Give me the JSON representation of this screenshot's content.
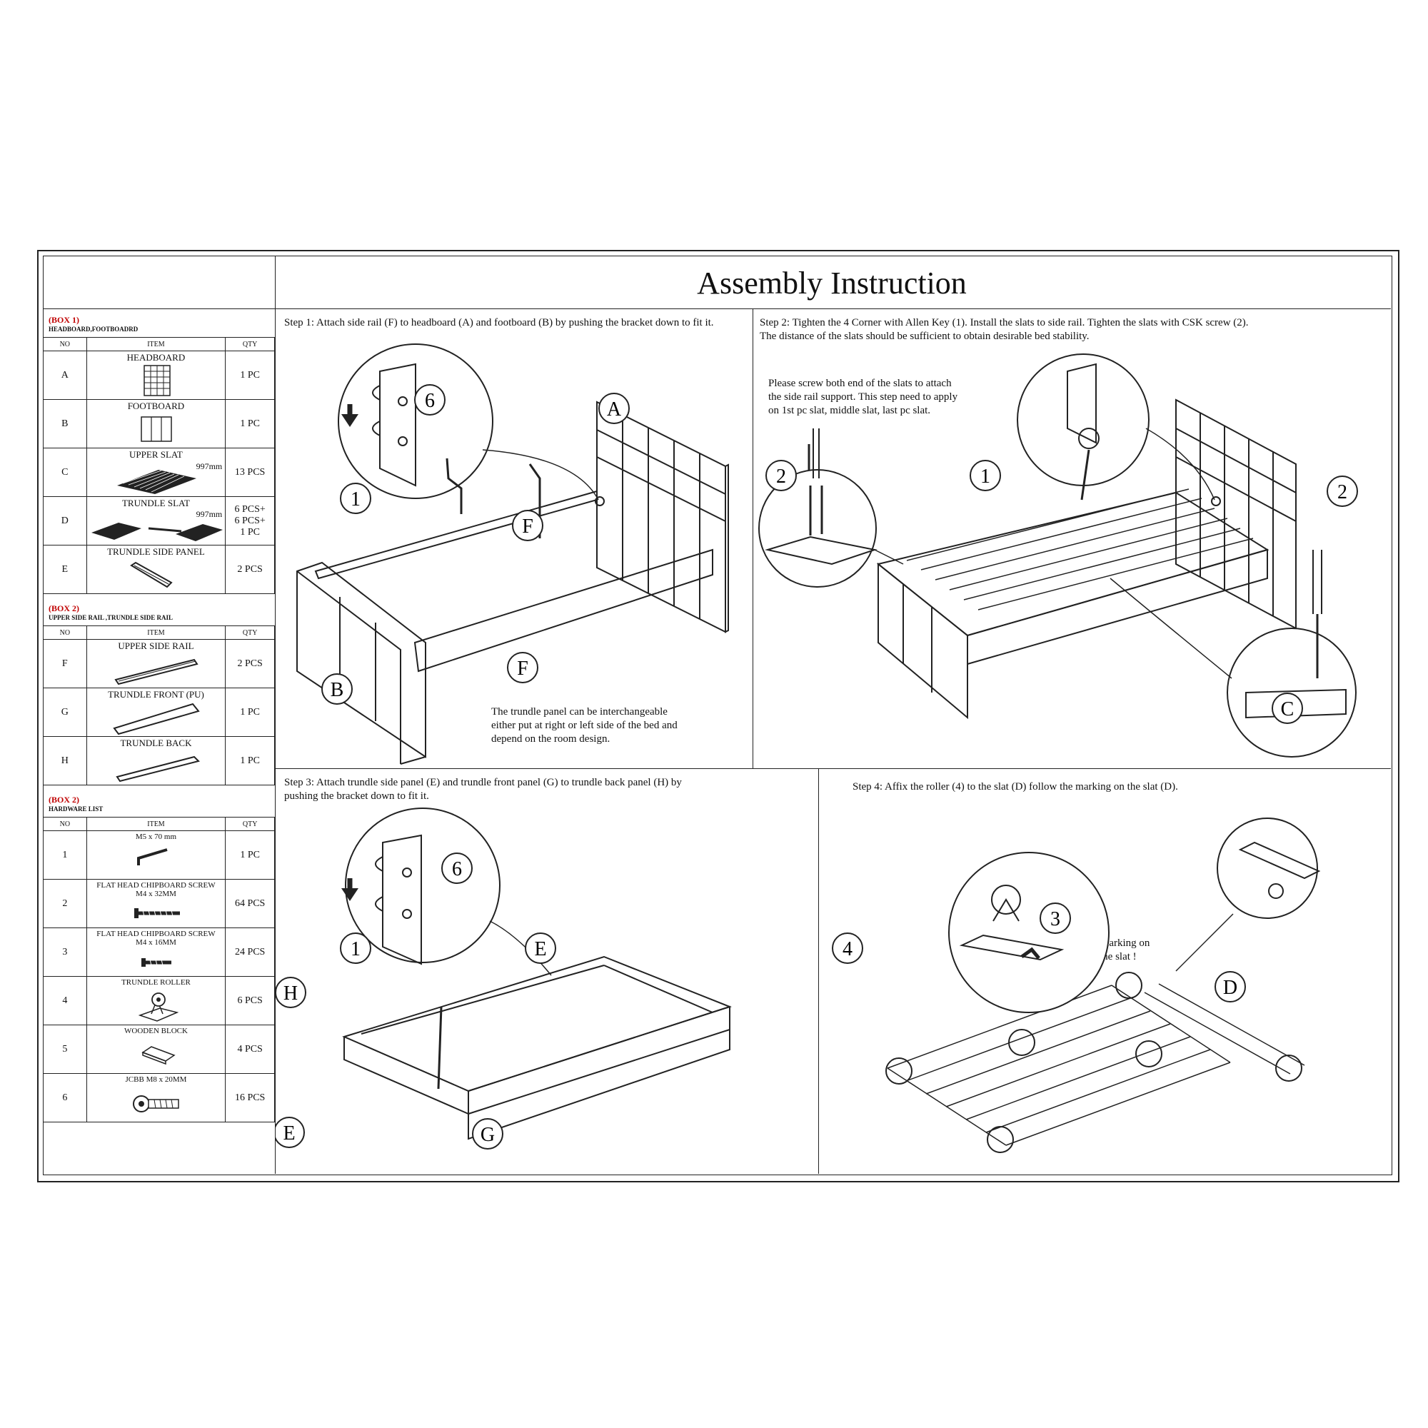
{
  "title": "Assembly Instruction",
  "box1": {
    "label": "(BOX 1)",
    "subtitle": "HEADBOARD,FOOTBOADRD",
    "headers": {
      "no": "NO",
      "item": "ITEM",
      "qty": "QTY"
    },
    "rows": [
      {
        "no": "A",
        "item": "HEADBOARD",
        "qty": "1 PC",
        "icon": "headboard-icon"
      },
      {
        "no": "B",
        "item": "FOOTBOARD",
        "qty": "1 PC",
        "icon": "footboard-icon"
      },
      {
        "no": "C",
        "item": "UPPER SLAT",
        "qty": "13 PCS",
        "dim": "997mm",
        "icon": "slat-bundle-icon"
      },
      {
        "no": "D",
        "item": "TRUNDLE SLAT",
        "qty": "6 PCS+\n6 PCS+\n1 PC",
        "dim": "997mm",
        "icon": "trundle-slat-icon"
      },
      {
        "no": "E",
        "item": "TRUNDLE SIDE PANEL",
        "qty": "2 PCS",
        "icon": "side-panel-icon"
      }
    ]
  },
  "box2": {
    "label": "(BOX 2)",
    "subtitle": "UPPER SIDE RAIL ,TRUNDLE SIDE RAIL",
    "headers": {
      "no": "NO",
      "item": "ITEM",
      "qty": "QTY"
    },
    "rows": [
      {
        "no": "F",
        "item": "UPPER SIDE RAIL",
        "qty": "2 PCS",
        "icon": "rail-icon"
      },
      {
        "no": "G",
        "item": "TRUNDLE FRONT (PU)",
        "qty": "1 PC",
        "icon": "rail-icon"
      },
      {
        "no": "H",
        "item": "TRUNDLE BACK",
        "qty": "1 PC",
        "icon": "rail-icon"
      }
    ]
  },
  "hardware": {
    "label": "(BOX 2)",
    "subtitle": "HARDWARE LIST",
    "headers": {
      "no": "NO",
      "item": "ITEM",
      "qty": "QTY"
    },
    "rows": [
      {
        "no": "1",
        "item": "M5 x 70 mm",
        "item2": "",
        "qty": "1 PC",
        "icon": "allen-key-icon"
      },
      {
        "no": "2",
        "item": "FLAT HEAD CHIPBOARD SCREW",
        "item2": "M4 x 32MM",
        "qty": "64 PCS",
        "icon": "long-screw-icon"
      },
      {
        "no": "3",
        "item": "FLAT HEAD CHIPBOARD SCREW",
        "item2": "M4 x 16MM",
        "qty": "24 PCS",
        "icon": "short-screw-icon"
      },
      {
        "no": "4",
        "item": "TRUNDLE ROLLER",
        "item2": "",
        "qty": "6 PCS",
        "icon": "roller-icon"
      },
      {
        "no": "5",
        "item": "WOODEN BLOCK",
        "item2": "",
        "qty": "4 PCS",
        "icon": "wooden-block-icon"
      },
      {
        "no": "6",
        "item": "JCBB M8 x 20MM",
        "item2": "",
        "qty": "16 PCS",
        "icon": "bolt-icon"
      }
    ]
  },
  "steps": {
    "step1": "Step 1: Attach side rail (F) to headboard (A) and footboard (B) by pushing the bracket down to fit it.",
    "step2": "Step 2: Tighten the 4 Corner with Allen Key (1). Install the slats to side rail. Tighten the slats with CSK screw (2).\n        The distance of the slats should be sufficient to obtain desirable bed stability.",
    "step3": "Step 3: Attach trundle side panel (E) and trundle front panel (G) to trundle back panel (H) by\n        pushing the bracket down to fit it.",
    "step4": "Step 4: Affix the roller (4) to the slat (D) follow the marking on the slat (D)."
  },
  "notes": {
    "step1_note": "The trundle panel can be interchangeable\neither put at right or left side of the bed and\ndepend on the room design.",
    "step2_note": "Please screw both end of the slats to attach\nthe side rail support. This step need to apply\non 1st pc slat, middle slat, last pc slat.",
    "step4_note": "Marking on\nthe slat !"
  },
  "callouts": {
    "step1": [
      "A",
      "F",
      "1",
      "6",
      "F",
      "B"
    ],
    "step2": [
      "2",
      "1",
      "2",
      "C"
    ],
    "step3": [
      "6",
      "1",
      "H",
      "E",
      "E",
      "G"
    ],
    "step4": [
      "4",
      "3",
      "D"
    ]
  }
}
